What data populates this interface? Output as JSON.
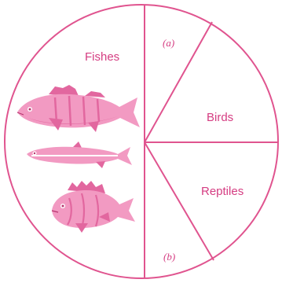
{
  "diagram": {
    "sectors": {
      "fishes": "Fishes",
      "unknown_a": "(a)",
      "birds": "Birds",
      "reptiles": "Reptiles",
      "unknown_b": "(b)"
    },
    "icons": [
      "perch-fish-icon",
      "slender-fish-icon",
      "spiny-fish-icon"
    ],
    "colors": {
      "line": "#e0548f",
      "fish_fill": "#f29ac2",
      "fish_dark": "#e2679f",
      "label": "#d53d82"
    }
  }
}
